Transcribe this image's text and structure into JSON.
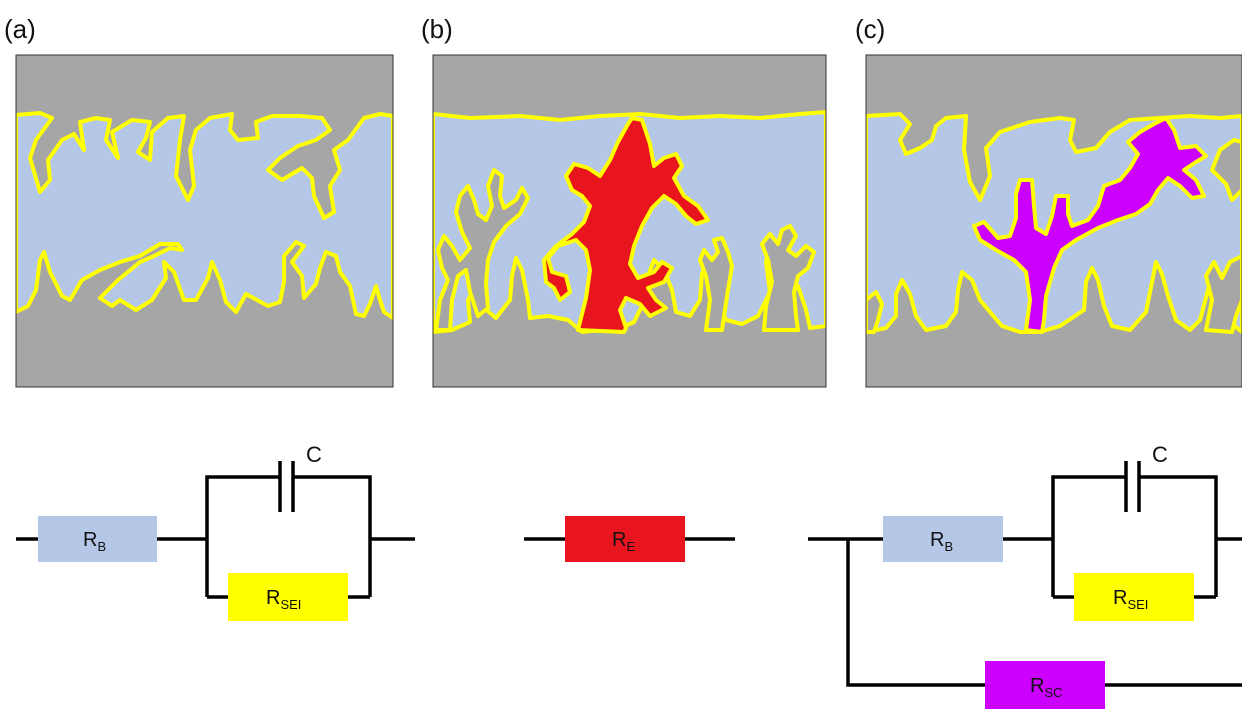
{
  "panels": [
    {
      "label": "(a)"
    },
    {
      "label": "(b)"
    },
    {
      "label": "(c)"
    }
  ],
  "circuits": {
    "a": {
      "rb": {
        "main": "R",
        "sub": "B"
      },
      "rsei": {
        "main": "R",
        "sub": "SEI"
      },
      "cap": "C"
    },
    "b": {
      "re": {
        "main": "R",
        "sub": "E"
      }
    },
    "c": {
      "rb": {
        "main": "R",
        "sub": "B"
      },
      "rsei": {
        "main": "R",
        "sub": "SEI"
      },
      "rsc": {
        "main": "R",
        "sub": "SC"
      },
      "cap": "C"
    }
  },
  "colors": {
    "electrode": "#a6a6a6",
    "electrolyte": "#b4c7e7",
    "sei_interface": "#ffff00",
    "rb_fill": "#b4c7e7",
    "rsei_fill": "#ffff00",
    "re_fill": "#e8141e",
    "rsc_fill": "#cc00ff",
    "wire": "#000000"
  }
}
